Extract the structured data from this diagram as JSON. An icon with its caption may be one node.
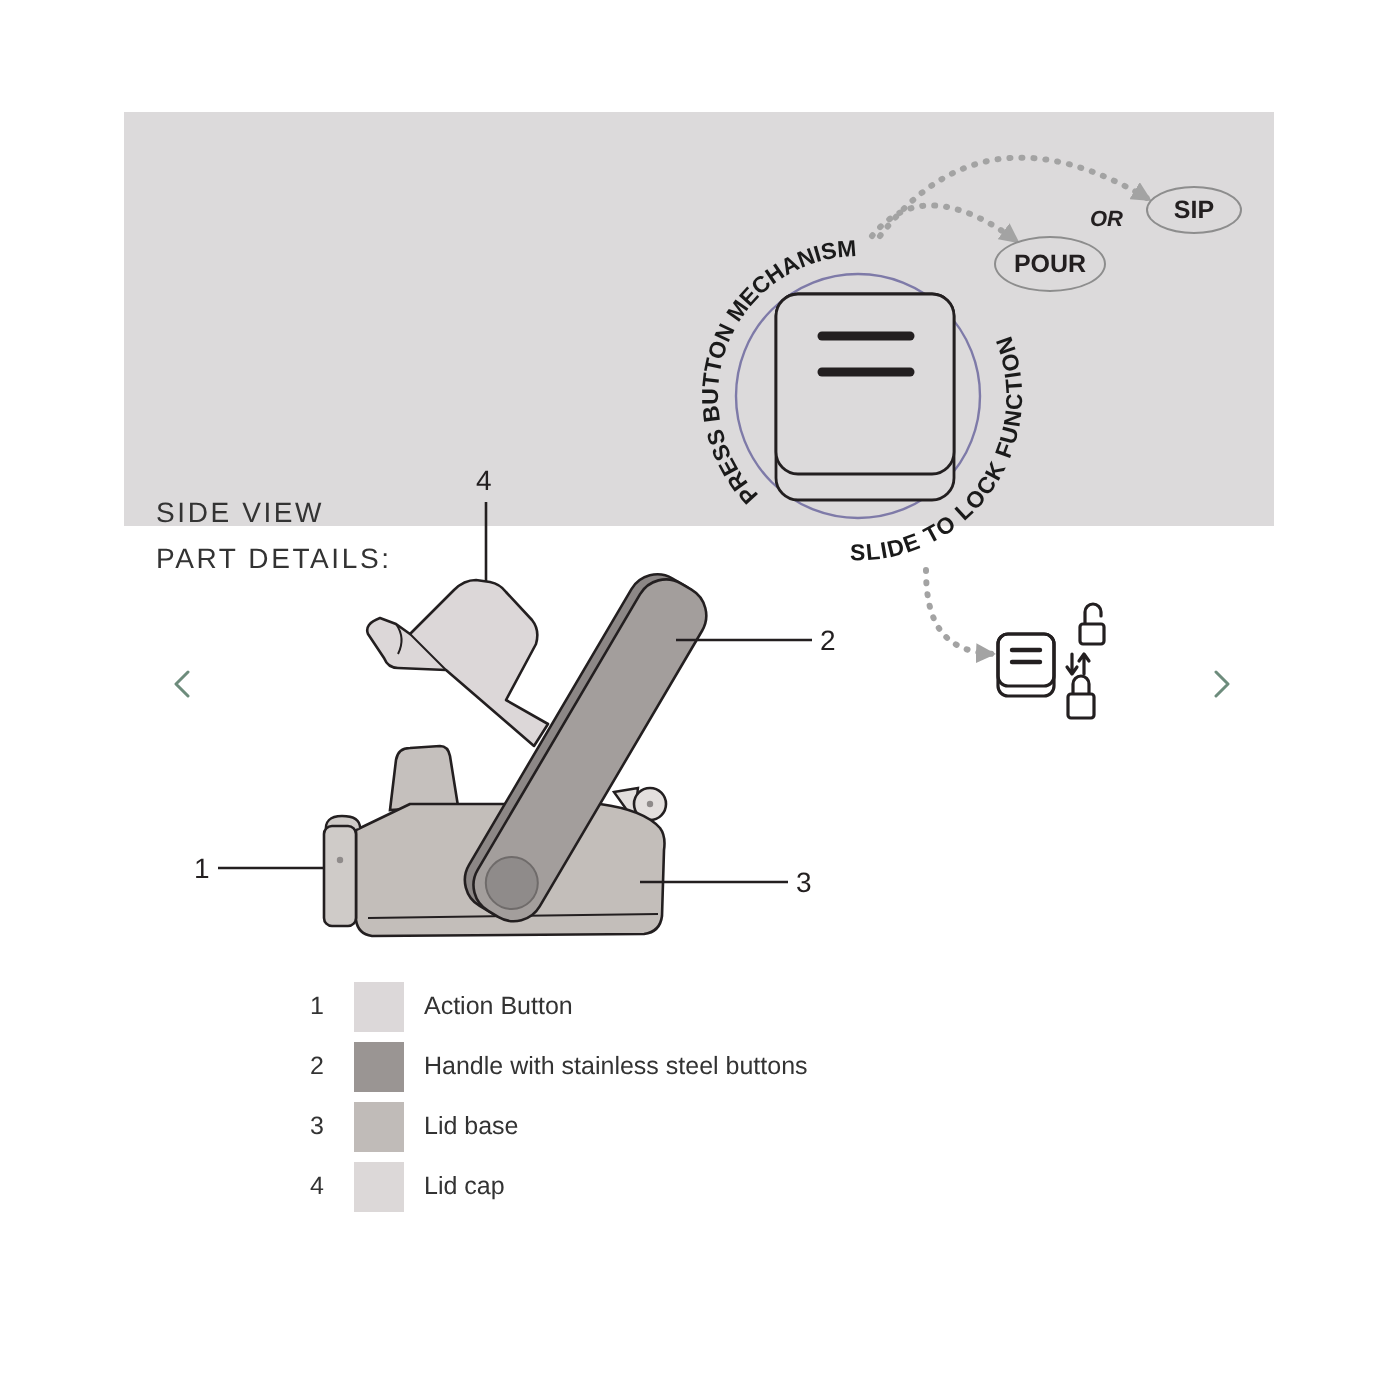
{
  "diagram": {
    "nodes": [
      {
        "text": [
          "PRESS BUTTON MECHANISM",
          "SLIDE TO LOCK FUNCTION"
        ]
      },
      {
        "text": [
          "POUR"
        ]
      },
      {
        "text": [
          "SIP"
        ]
      },
      {
        "text": [],
        "shape": "picture"
      },
      {
        "text": [
          "4"
        ]
      },
      {
        "text": [],
        "shape": "picture"
      },
      {
        "text": [
          "2"
        ]
      },
      {
        "text": [],
        "shape": "picture"
      },
      {
        "text": [
          "1"
        ]
      },
      {
        "text": [],
        "shape": "picture"
      },
      {
        "text": [
          "3"
        ]
      },
      {
        "text": [],
        "shape": "picture"
      }
    ],
    "edges": [
      {
        "from": 0,
        "to": 1,
        "arrow": "to",
        "style": "dashed",
        "color": "#a3a3a3"
      },
      {
        "from": 0,
        "to": 2,
        "arrow": "to",
        "style": "dashed",
        "color": "#a3a3a3"
      },
      {
        "from": 0,
        "to": 3,
        "arrow": "to",
        "style": "dashed",
        "color": "#a3a3a3"
      },
      {
        "from": 4,
        "to": 5,
        "arrow": "none"
      },
      {
        "from": 6,
        "to": 7,
        "arrow": "none"
      },
      {
        "from": 8,
        "to": 9,
        "arrow": "none"
      },
      {
        "from": 10,
        "to": 11,
        "arrow": "none"
      }
    ],
    "labels": [
      "OR",
      "SIDE VIEW PART DETAILS:",
      "1",
      "2",
      "3",
      "4"
    ],
    "legend": [
      {
        "text": "Action Button",
        "color": "#dcd8d9"
      },
      {
        "text": "Handle with stainless steel buttons",
        "color": "#9a9593"
      },
      {
        "text": "Lid base",
        "color": "#c0bbb8"
      },
      {
        "text": "Lid cap",
        "color": "#dcd8d8"
      }
    ]
  }
}
